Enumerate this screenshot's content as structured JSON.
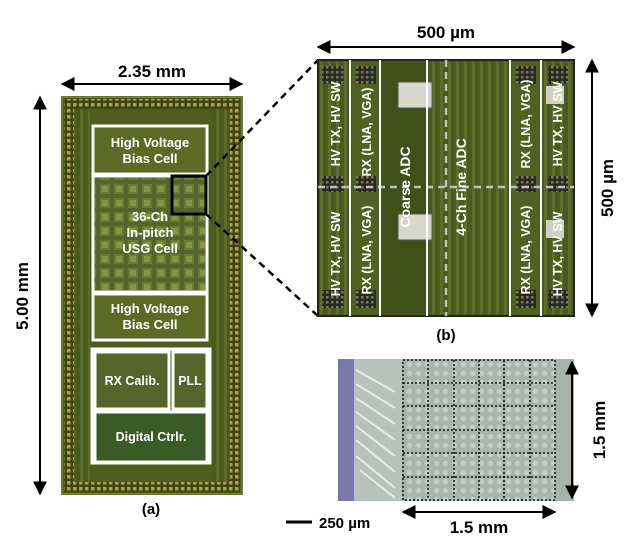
{
  "panel_a": {
    "dim_width": "2.35 mm",
    "dim_height": "5.00 mm",
    "caption": "(a)",
    "blocks": {
      "hv_bias_top_line1": "High Voltage",
      "hv_bias_top_line2": "Bias Cell",
      "usg_line1": "36-Ch",
      "usg_line2": "In-pitch",
      "usg_line3": "USG Cell",
      "hv_bias_bottom_line1": "High Voltage",
      "hv_bias_bottom_line2": "Bias Cell",
      "rx_calib": "RX Calib.",
      "pll": "PLL",
      "digital_ctrl": "Digital Ctrlr."
    }
  },
  "panel_b": {
    "dim_width": "500 µm",
    "dim_height": "500 µm",
    "caption": "(b)",
    "columns": {
      "hv_tx_sw": "HV TX, HV SW",
      "rx_lna_vga": "RX (LNA, VGA)",
      "coarse_adc": "Coarse ADC",
      "fine_adc": "4-Ch Fine ADC"
    }
  },
  "panel_c": {
    "dim_width": "1.5 mm",
    "dim_height": "1.5 mm",
    "scale_bar": "250 µm"
  },
  "colors": {
    "die_green": "#4e5a1e",
    "die_dark": "#2e3812",
    "pad_gold": "#b8a850",
    "block_outline": "#ffffff",
    "transducer_bg": "#9aa8a0"
  }
}
